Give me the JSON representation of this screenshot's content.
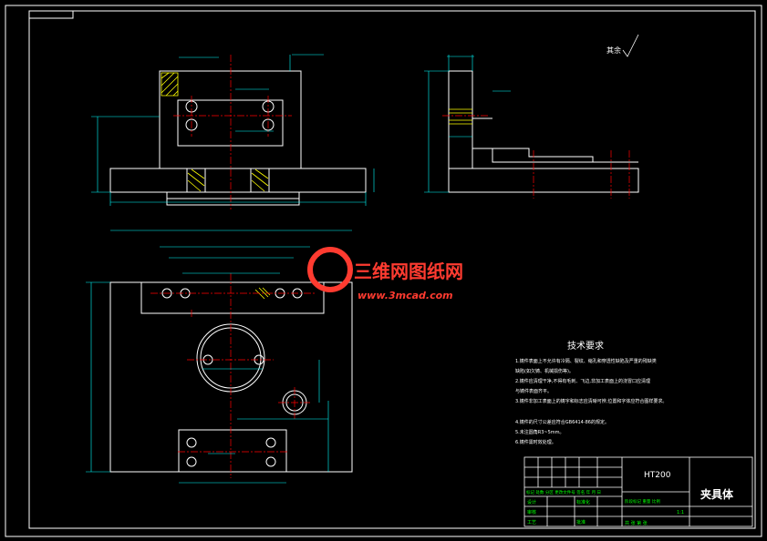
{
  "drawing": {
    "part_name": "夹具体",
    "material": "HT200",
    "watermark_brand": "三维网图纸网",
    "watermark_url": "www.3mcad.com",
    "roughness_note": "其余"
  },
  "tech_requirements": {
    "title": "技术要求",
    "items": [
      "1.铸件表面上不允许有冷隔、裂纹、缩孔和穿透性缺陷及严重的残缺类",
      "缺陷(如欠铸、机械损伤等)。",
      "2.铸件应清理干净,不得有毛刺、飞边,非加工表面上的浇冒口应清理",
      "与铸件表面齐平。",
      "3.铸件非加工表面上的铸字和标志应清晰可辨,位置和字体应符合图样要求。",
      "4.铸件的尺寸公差应符合GB6414-86的规定。",
      "5.未注圆角R3~5mm。",
      "6.铸件需时效处理。"
    ]
  },
  "title_block": {
    "labels_row": "标记 处数 分区 更改文件号 签名 年 月 日",
    "design": "设计",
    "standardize": "标准化",
    "check": "审核",
    "process": "工艺",
    "approve": "批准",
    "stage_labels": "阶段标记 重量 比例",
    "scale": "1:1",
    "sheets": "共 张 第 张"
  },
  "colors": {
    "background": "#000000",
    "outline": "#ffffff",
    "dimension": "#00ffff",
    "centerline": "#ff0000",
    "hatch": "#ffff00",
    "annotation": "#00ff00",
    "watermark": "#ff3b30"
  }
}
